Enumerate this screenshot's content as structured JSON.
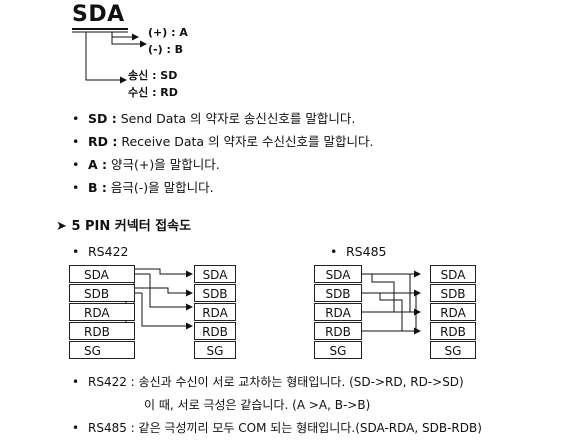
{
  "header": {
    "title": "SDA",
    "plus": "(+) : A",
    "minus": "(-) : B",
    "send": "송신 : SD",
    "recv": "수신 : RD"
  },
  "bullets": [
    {
      "term": "SD :",
      "text": " Send Data 의 약자로 송신신호를 말합니다."
    },
    {
      "term": "RD :",
      "text": " Receive Data 의 약자로 수신신호를 말합니다."
    },
    {
      "term": "A :",
      "text": " 양극(+)을 말합니다."
    },
    {
      "term": "B :",
      "text": " 음극(-)을 말합니다."
    }
  ],
  "section": {
    "arrow": "➤",
    "title": "5 PIN 커넥터 접속도"
  },
  "rs422": {
    "label": "RS422",
    "left": [
      "SDA",
      "SDB",
      "RDA",
      "RDB",
      "SG"
    ],
    "right": [
      "SDA",
      "SDB",
      "RDA",
      "RDB",
      "SG"
    ]
  },
  "rs485": {
    "label": "RS485",
    "left": [
      "SDA",
      "SDB",
      "RDA",
      "RDB",
      "SG"
    ],
    "right": [
      "SDA",
      "SDB",
      "RDA",
      "RDB",
      "SG"
    ]
  },
  "notes": {
    "n1": "RS422 : 송신과 수신이 서로 교차하는 형태입니다. (SD->RD, RD->SD)",
    "n1b": "이 때, 서로 극성은 같습니다. (A >A, B->B)",
    "n2": "RS485 : 같은 극성끼리 모두 COM 되는 형태입니다.(SDA-RDA, SDB-RDB)"
  }
}
